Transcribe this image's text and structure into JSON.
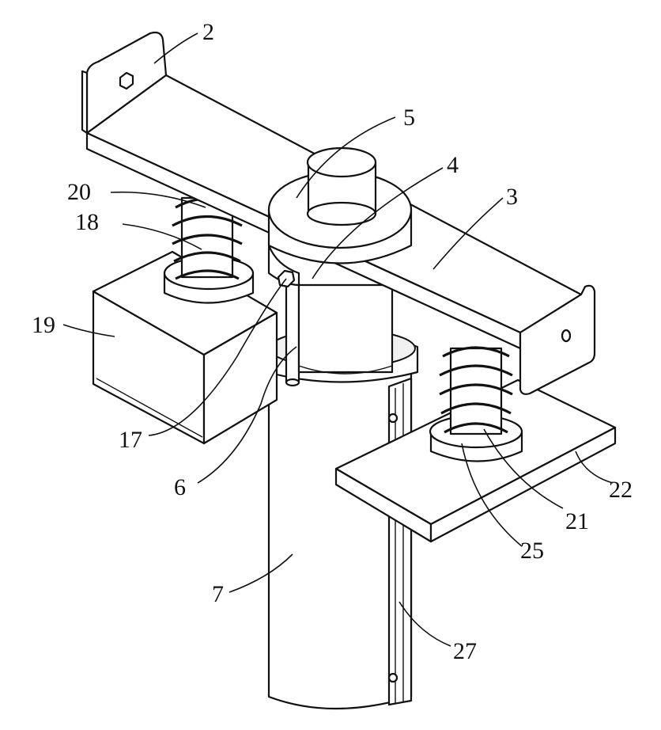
{
  "labels": [
    {
      "id": "2",
      "text": "2"
    },
    {
      "id": "3",
      "text": "3"
    },
    {
      "id": "4",
      "text": "4"
    },
    {
      "id": "5",
      "text": "5"
    },
    {
      "id": "6",
      "text": "6"
    },
    {
      "id": "7",
      "text": "7"
    },
    {
      "id": "17",
      "text": "17"
    },
    {
      "id": "18",
      "text": "18"
    },
    {
      "id": "19",
      "text": "19"
    },
    {
      "id": "20",
      "text": "20"
    },
    {
      "id": "21",
      "text": "21"
    },
    {
      "id": "22",
      "text": "22"
    },
    {
      "id": "25",
      "text": "25"
    },
    {
      "id": "27",
      "text": "27"
    }
  ]
}
